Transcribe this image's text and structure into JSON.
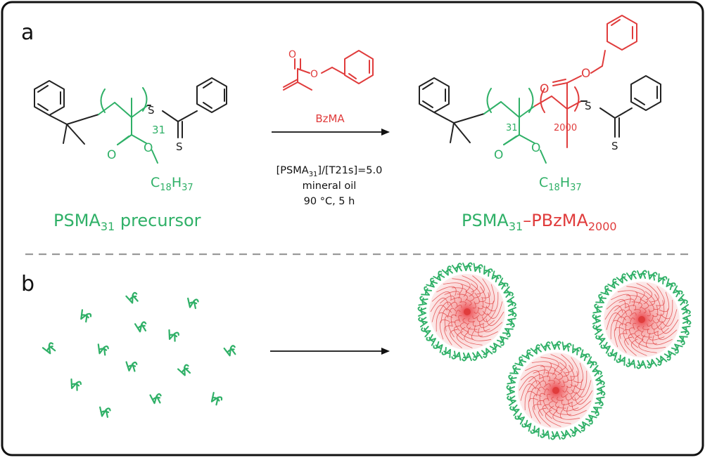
{
  "panels": {
    "a": {
      "label": "a"
    },
    "b": {
      "label": "b"
    }
  },
  "reaction": {
    "reagent_name": "BzMA",
    "conditions": {
      "ratio": {
        "pre": "[PSMA",
        "sub": "31",
        "post": "]/[T21s]=5.0"
      },
      "solvent": "mineral oil",
      "temp_time": "90 °C, 5 h"
    }
  },
  "precursor": {
    "name_main": "PSMA",
    "name_sub": "31",
    "name_suffix": " precursor",
    "dp": "31",
    "alkyl": {
      "c": "C",
      "c_sub": "18",
      "h": "H",
      "h_sub": "37"
    }
  },
  "product": {
    "block1_main": "PSMA",
    "block1_sub": "31",
    "dash": "–",
    "block2_main": "PBzMA",
    "block2_sub": "2000",
    "dp1": "31",
    "dp2": "2000"
  },
  "atoms": {
    "S": "S",
    "O": "O"
  },
  "colors": {
    "psma_green": "#2fb067",
    "pbzma_red": "#e03c3c",
    "structure_black": "#222222",
    "border": "#111111",
    "divider": "#9a9a9a"
  },
  "icons": [
    "reaction-arrow-icon",
    "free-chain-icon",
    "micelle-icon"
  ]
}
